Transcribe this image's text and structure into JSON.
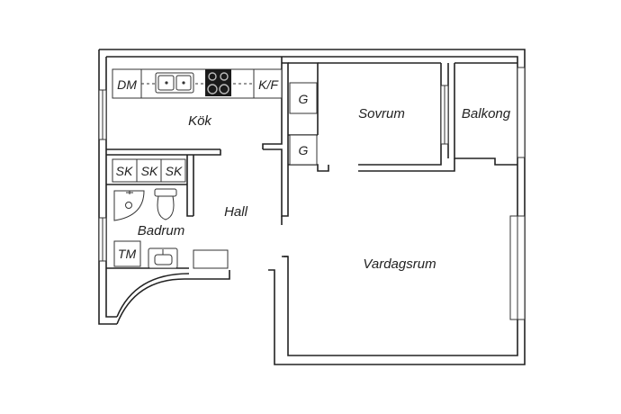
{
  "plan": {
    "rooms": {
      "kitchen": "Kök",
      "bedroom": "Sovrum",
      "balcony": "Balkong",
      "hall": "Hall",
      "bathroom": "Badrum",
      "living": "Vardagsrum"
    },
    "fixtures": {
      "dishwasher": "DM",
      "fridge_freezer": "K/F",
      "wardrobe": "G",
      "cabinet": "SK",
      "dryer": "TM"
    }
  }
}
